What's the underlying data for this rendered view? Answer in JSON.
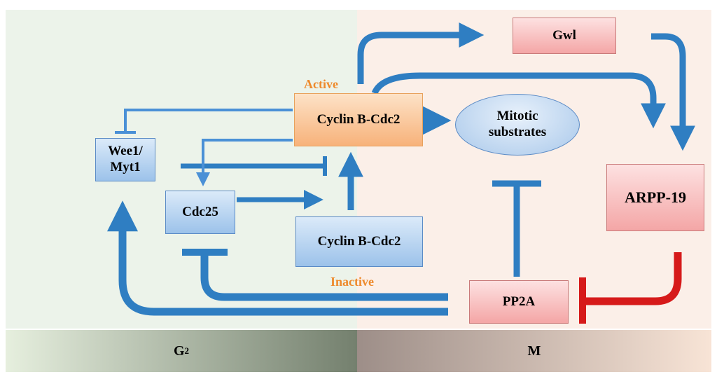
{
  "nodes": {
    "wee1": "Wee1/\nMyt1",
    "cdc25": "Cdc25",
    "cyclin_active": "Cyclin B-Cdc2",
    "cyclin_inactive": "Cyclin B-Cdc2",
    "mitotic_substrates": "Mitotic\nsubstrates",
    "gwl": "Gwl",
    "arpp19": "ARPP-19",
    "pp2a": "PP2A"
  },
  "state_labels": {
    "active": "Active",
    "inactive": "Inactive"
  },
  "phases": {
    "g2": "G",
    "g2_sub": "2",
    "m": "M"
  },
  "colors": {
    "g2_background": "#ecf3ea",
    "m_background": "#fbefe8",
    "arrow_blue": "#2f7ec2",
    "inhibit_thin": "#4a90d6",
    "inhibit_red": "#d61a1a",
    "label_orange": "#ee8a2c"
  }
}
